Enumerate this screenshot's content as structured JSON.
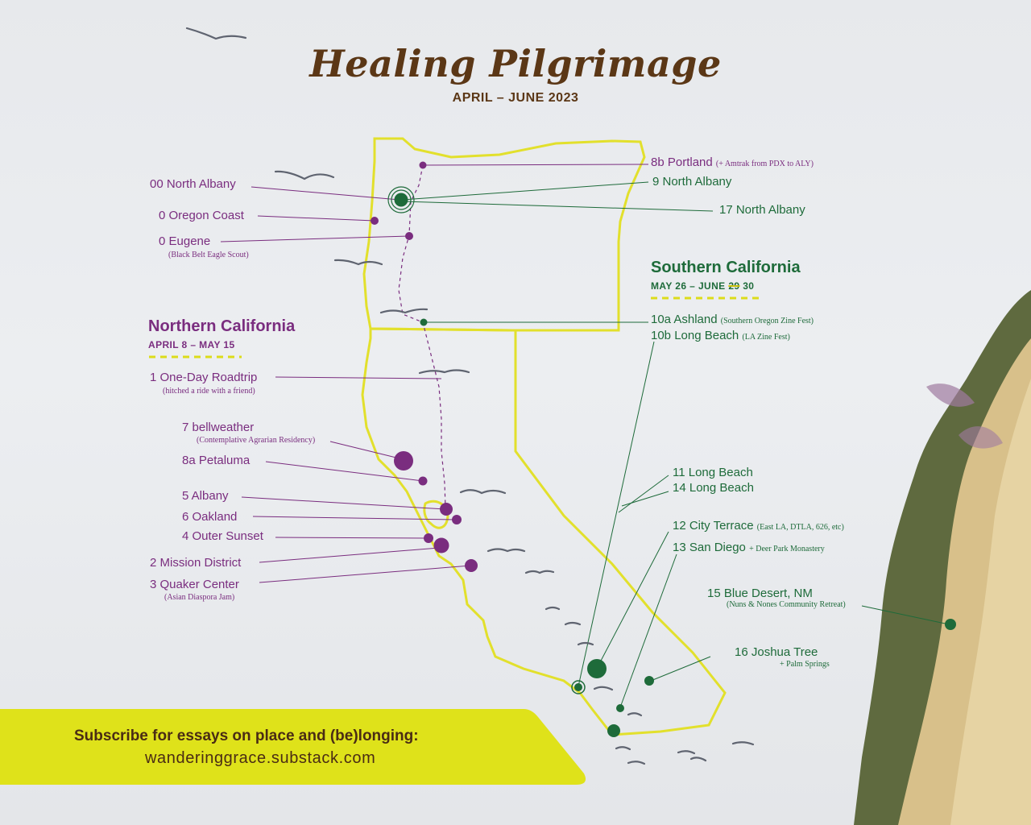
{
  "title": "Healing Pilgrimage",
  "subtitle": "APRIL – JUNE 2023",
  "regions": {
    "northern": {
      "name": "Northern California",
      "dates": "APRIL 8 – MAY 15"
    },
    "southern": {
      "name": "Southern California",
      "dates_prefix": "MAY 26 – JUNE ",
      "dates_struck": "29",
      "dates_suffix": " 30"
    }
  },
  "stops": {
    "s00": {
      "label": "00 North Albany"
    },
    "s0a": {
      "label": "0 Oregon Coast"
    },
    "s0b": {
      "label": "0 Eugene",
      "note": "(Black Belt Eagle Scout)"
    },
    "s1": {
      "label": "1  One-Day Roadtrip",
      "note": "(hitched a ride with a friend)"
    },
    "s7": {
      "label": "7  bellweather",
      "note": "(Contemplative Agrarian Residency)"
    },
    "s8a": {
      "label": "8a  Petaluma"
    },
    "s5": {
      "label": "5  Albany"
    },
    "s6": {
      "label": "6  Oakland"
    },
    "s4": {
      "label": "4  Outer Sunset"
    },
    "s2": {
      "label": "2  Mission District"
    },
    "s3": {
      "label": "3  Quaker Center",
      "note": "(Asian Diaspora Jam)"
    },
    "s8b": {
      "label": "8b  Portland",
      "note": "(+ Amtrak from PDX to ALY)"
    },
    "s9": {
      "label": "9  North Albany"
    },
    "s17": {
      "label": "17 North Albany"
    },
    "s10a": {
      "label": "10a Ashland",
      "note": "(Southern Oregon Zine Fest)"
    },
    "s10b": {
      "label": "10b Long Beach",
      "note": "(LA Zine Fest)"
    },
    "s11": {
      "label": "11 Long Beach"
    },
    "s14": {
      "label": "14 Long Beach"
    },
    "s12": {
      "label": "12 City Terrace",
      "note": "(East LA, DTLA, 626, etc)"
    },
    "s13": {
      "label": "13 San Diego",
      "note": "+ Deer Park Monastery"
    },
    "s15": {
      "label": "15  Blue Desert, NM",
      "note": "(Nuns & Nones Community Retreat)"
    },
    "s16": {
      "label": "16  Joshua Tree",
      "note": "+ Palm Springs"
    }
  },
  "banner": {
    "text": "Subscribe for essays on place and (be)longing:",
    "url": "wanderinggrace.substack.com"
  },
  "colors": {
    "title": "#5b3716",
    "purple": "#7a2d7f",
    "green": "#1e6b3a",
    "outline": "#e2e02c",
    "banner": "#dfe21a"
  }
}
